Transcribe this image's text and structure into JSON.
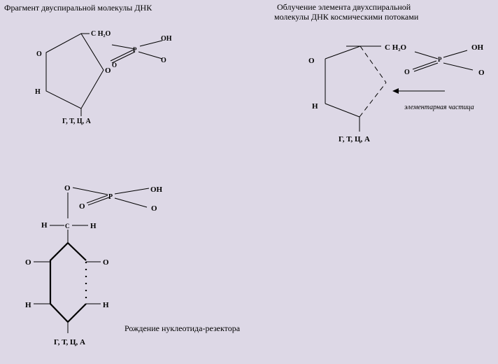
{
  "captions": {
    "fragment": "Фрагмент двуспиральной молекулы ДНК",
    "irradiation_line1": "Облучение элемента двухспиральной",
    "irradiation_line2": "молекулы ДНК космическими потоками",
    "birth": "Рождение нуклеотида-резектора"
  },
  "particle_label": "элементарная частица",
  "fragment": {
    "o_left": "O",
    "h_left": "H",
    "ch2o": "C H₂O",
    "o_ring": "O",
    "p": "P",
    "oh": "OH",
    "o_top": "O",
    "o_bot": "O",
    "bases": "Г,  Т, Ц, А"
  },
  "irradiated": {
    "o_left": "O",
    "h_left": "H",
    "ch2o": "C H₂O",
    "p": "P",
    "oh": "OH",
    "o_dbl": "O",
    "o_right": "O",
    "bases": "Г, Т, Ц, А"
  },
  "nucleotide": {
    "o_top": "O",
    "p": "P",
    "oh": "OH",
    "o_dbl": "O",
    "o_right": "O",
    "h_left": "H",
    "c": "C",
    "h_right": "H",
    "o_ring_left": "O",
    "o_ring_right": "O",
    "h_ring_left": "H",
    "h_ring_right": "H",
    "bases": "Г, Т, Ц, А"
  }
}
